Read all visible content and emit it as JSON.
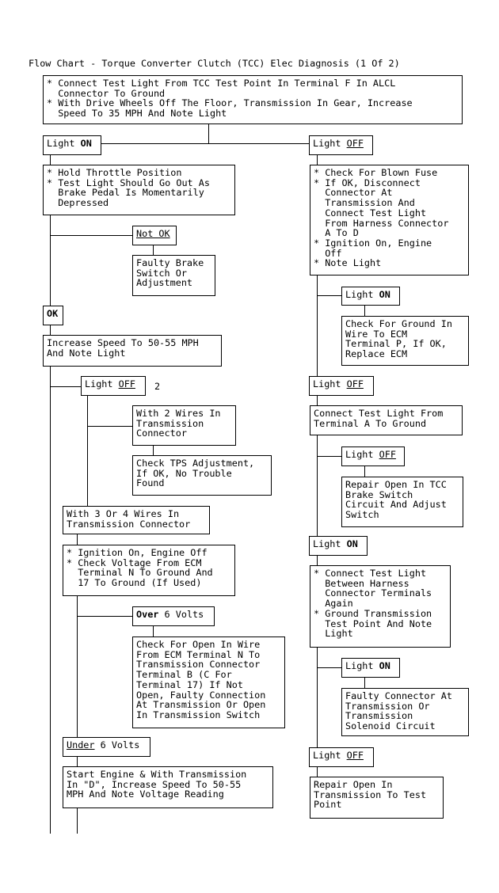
{
  "title": "Flow Chart - Torque Converter Clutch (TCC) Elec Diagnosis (1 Of 2)",
  "num_label": "2",
  "boxes": {
    "start": "* Connect Test Light From TCC Test Point In Terminal F In ALCL\n  Connector To Ground\n* With Drive Wheels Off The Floor, Transmission In Gear, Increase\n  Speed To 35 MPH And Note Light",
    "hold_throttle": "* Hold Throttle Position\n* Test Light Should Go Out As\n  Brake Pedal Is Momentarily\n  Depressed",
    "faulty_brake": "Faulty Brake\nSwitch Or\nAdjustment",
    "increase_speed": "Increase Speed To 50-55 MPH\nAnd Note Light",
    "two_wires": "With 2 Wires In\nTransmission\nConnector",
    "check_tps": "Check TPS Adjustment,\nIf OK, No Trouble\nFound",
    "three_four_wires": "With 3 Or 4 Wires In\nTransmission Connector",
    "ignition_check_voltage": "* Ignition On, Engine Off\n* Check Voltage From ECM\n  Terminal N To Ground And\n  17 To Ground (If Used)",
    "check_open": "Check For Open In Wire\nFrom ECM Terminal N To\nTransmission Connector\nTerminal B (C For\nTerminal 17) If Not\nOpen, Faulty Connection\nAt Transmission Or Open\nIn Transmission Switch",
    "start_engine": "Start Engine & With Transmission\nIn \"D\", Increase Speed To 50-55\nMPH And Note Voltage Reading",
    "check_fuse": "* Check For Blown Fuse\n* If OK, Disconnect\n  Connector At\n  Transmission And\n  Connect Test Light\n  From Harness Connector\n  A To D\n* Ignition On, Engine\n  Off\n* Note Light",
    "check_ground": "Check For Ground In\nWire To ECM\nTerminal P, If OK,\nReplace ECM",
    "connect_terminal_a": "Connect Test Light From\nTerminal A To Ground",
    "repair_open_tcc": "Repair Open In TCC\nBrake Switch\nCircuit And Adjust\nSwitch",
    "connect_between": "* Connect Test Light\n  Between Harness\n  Connector Terminals\n  Again\n* Ground Transmission\n  Test Point And Note\n  Light",
    "faulty_connector": "Faulty Connector At\nTransmission Or\nTransmission\nSolenoid Circuit",
    "repair_open_trans": "Repair Open In\nTransmission To Test\nPoint"
  },
  "labels": {
    "light": "Light",
    "on": "ON",
    "off": "OFF",
    "not_ok": "Not OK",
    "ok": "OK",
    "over": "Over",
    "under": "Under",
    "six_volts": "6 Volts"
  }
}
